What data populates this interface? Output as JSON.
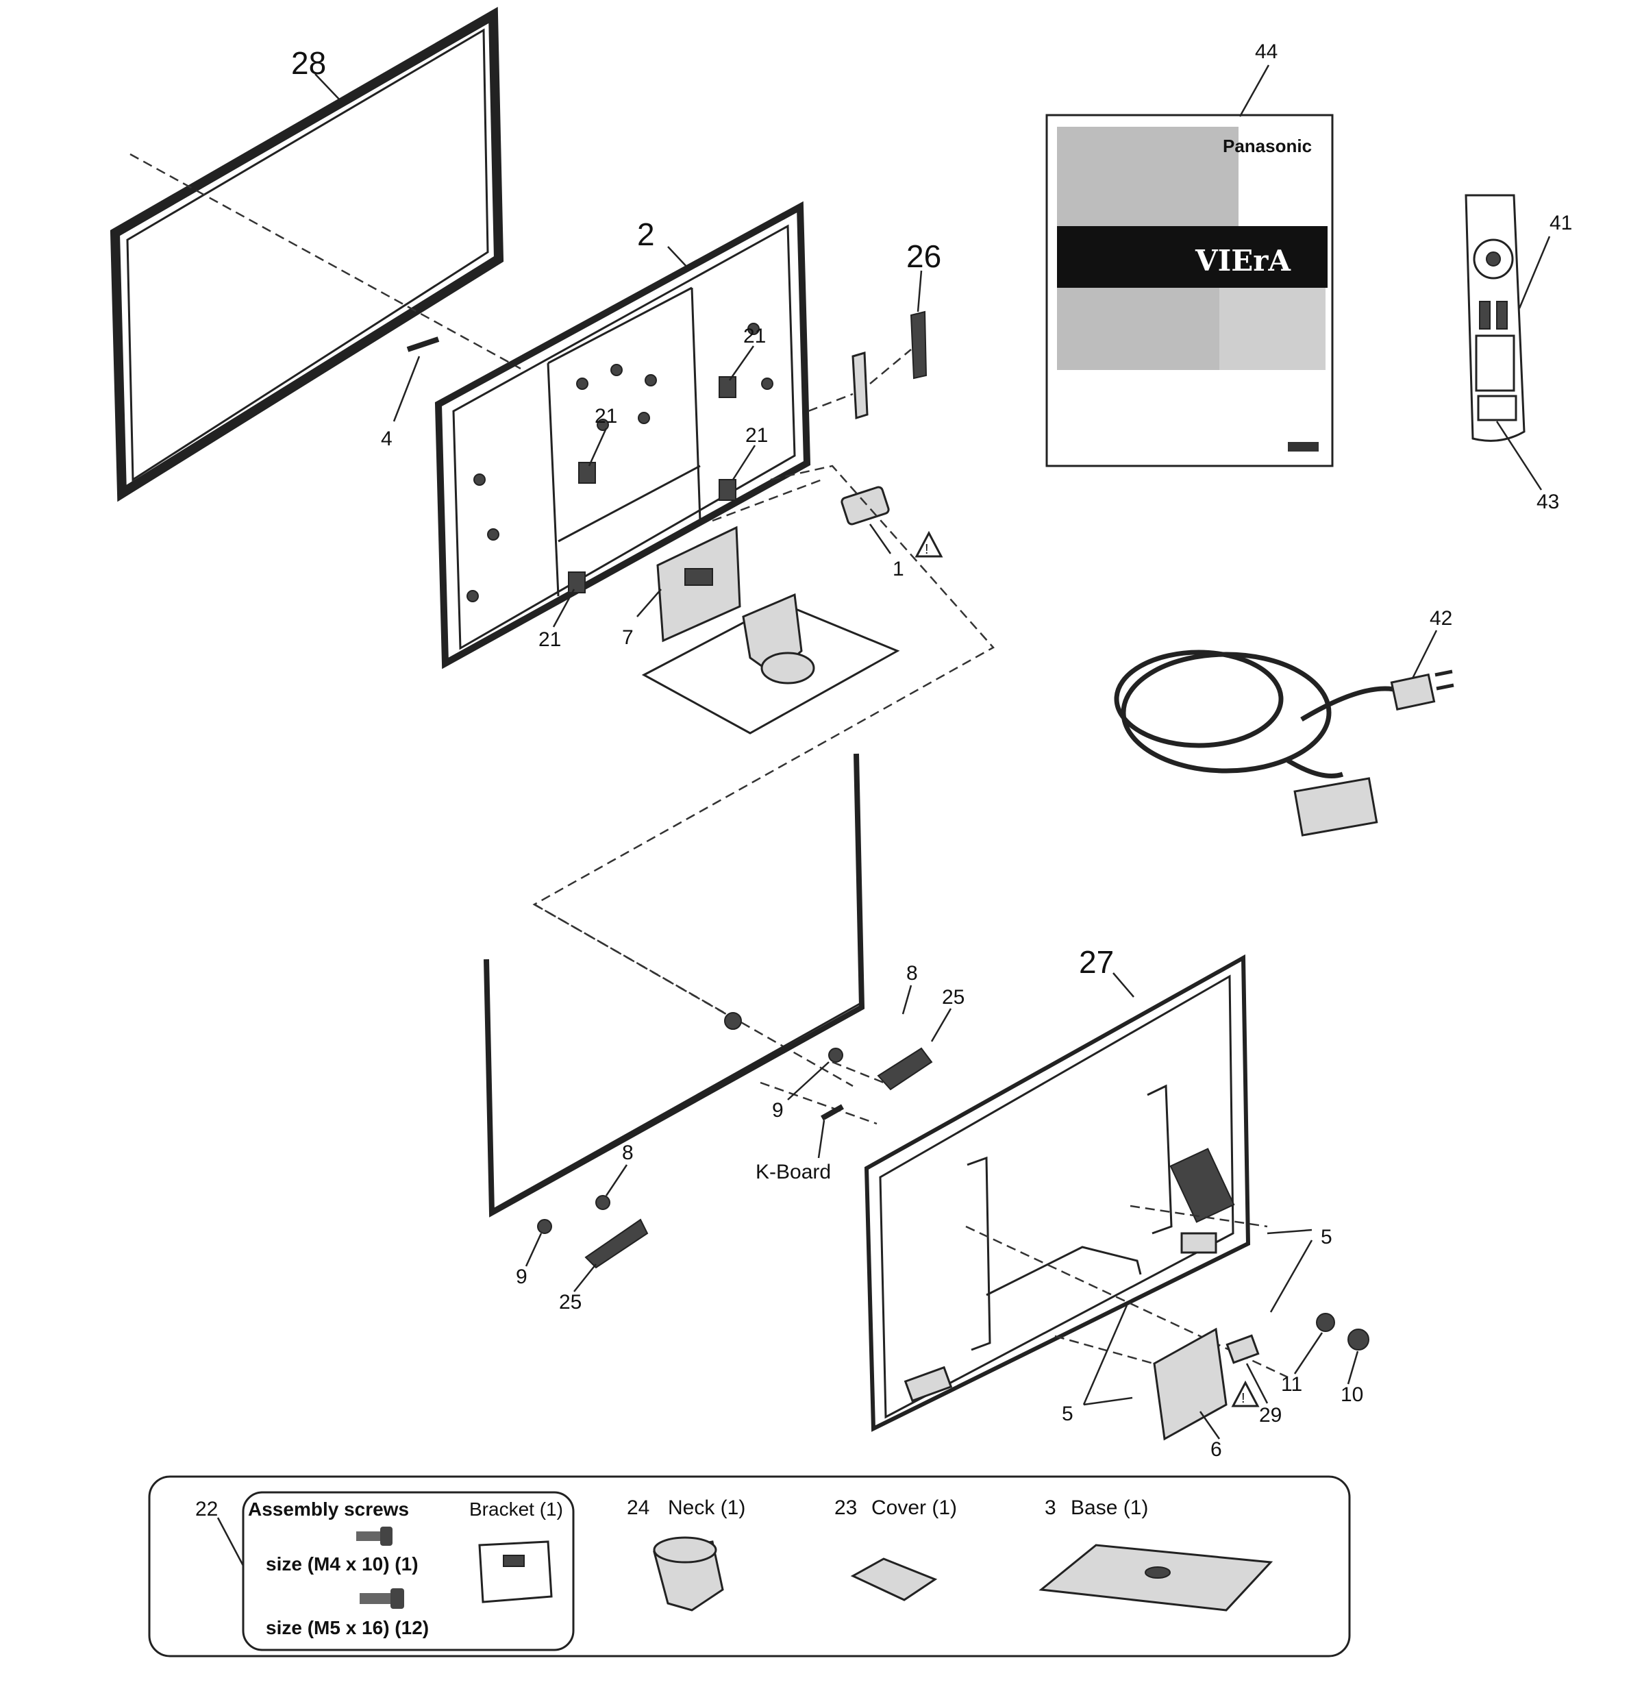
{
  "callouts": {
    "c28": "28",
    "c2": "2",
    "c26": "26",
    "c4": "4",
    "c21a": "21",
    "c21b": "21",
    "c21c": "21",
    "c21d": "21",
    "c7": "7",
    "c1": "1",
    "c44": "44",
    "c41": "41",
    "c43": "43",
    "c42": "42",
    "c27": "27",
    "c8a": "8",
    "c8b": "8",
    "c25a": "25",
    "c25b": "25",
    "c9a": "9",
    "c9b": "9",
    "kboard": "K-Board",
    "c5a": "5",
    "c5b": "5",
    "c11": "11",
    "c10": "10",
    "c29": "29",
    "c6": "6"
  },
  "manual": {
    "brand": "Panasonic",
    "model": "VIErA"
  },
  "accessory_box": {
    "item22": {
      "number": "22",
      "title": "Assembly screws",
      "screw1": "size (M4 x 10) (1)",
      "screw2": "size (M5 x 16) (12)",
      "bracket": "Bracket (1)"
    },
    "item24": {
      "number": "24",
      "label": "Neck (1)"
    },
    "item23": {
      "number": "23",
      "label": "Cover (1)"
    },
    "item3": {
      "number": "3",
      "label": "Base (1)"
    }
  },
  "icons": [
    "warning-triangle-icon"
  ]
}
